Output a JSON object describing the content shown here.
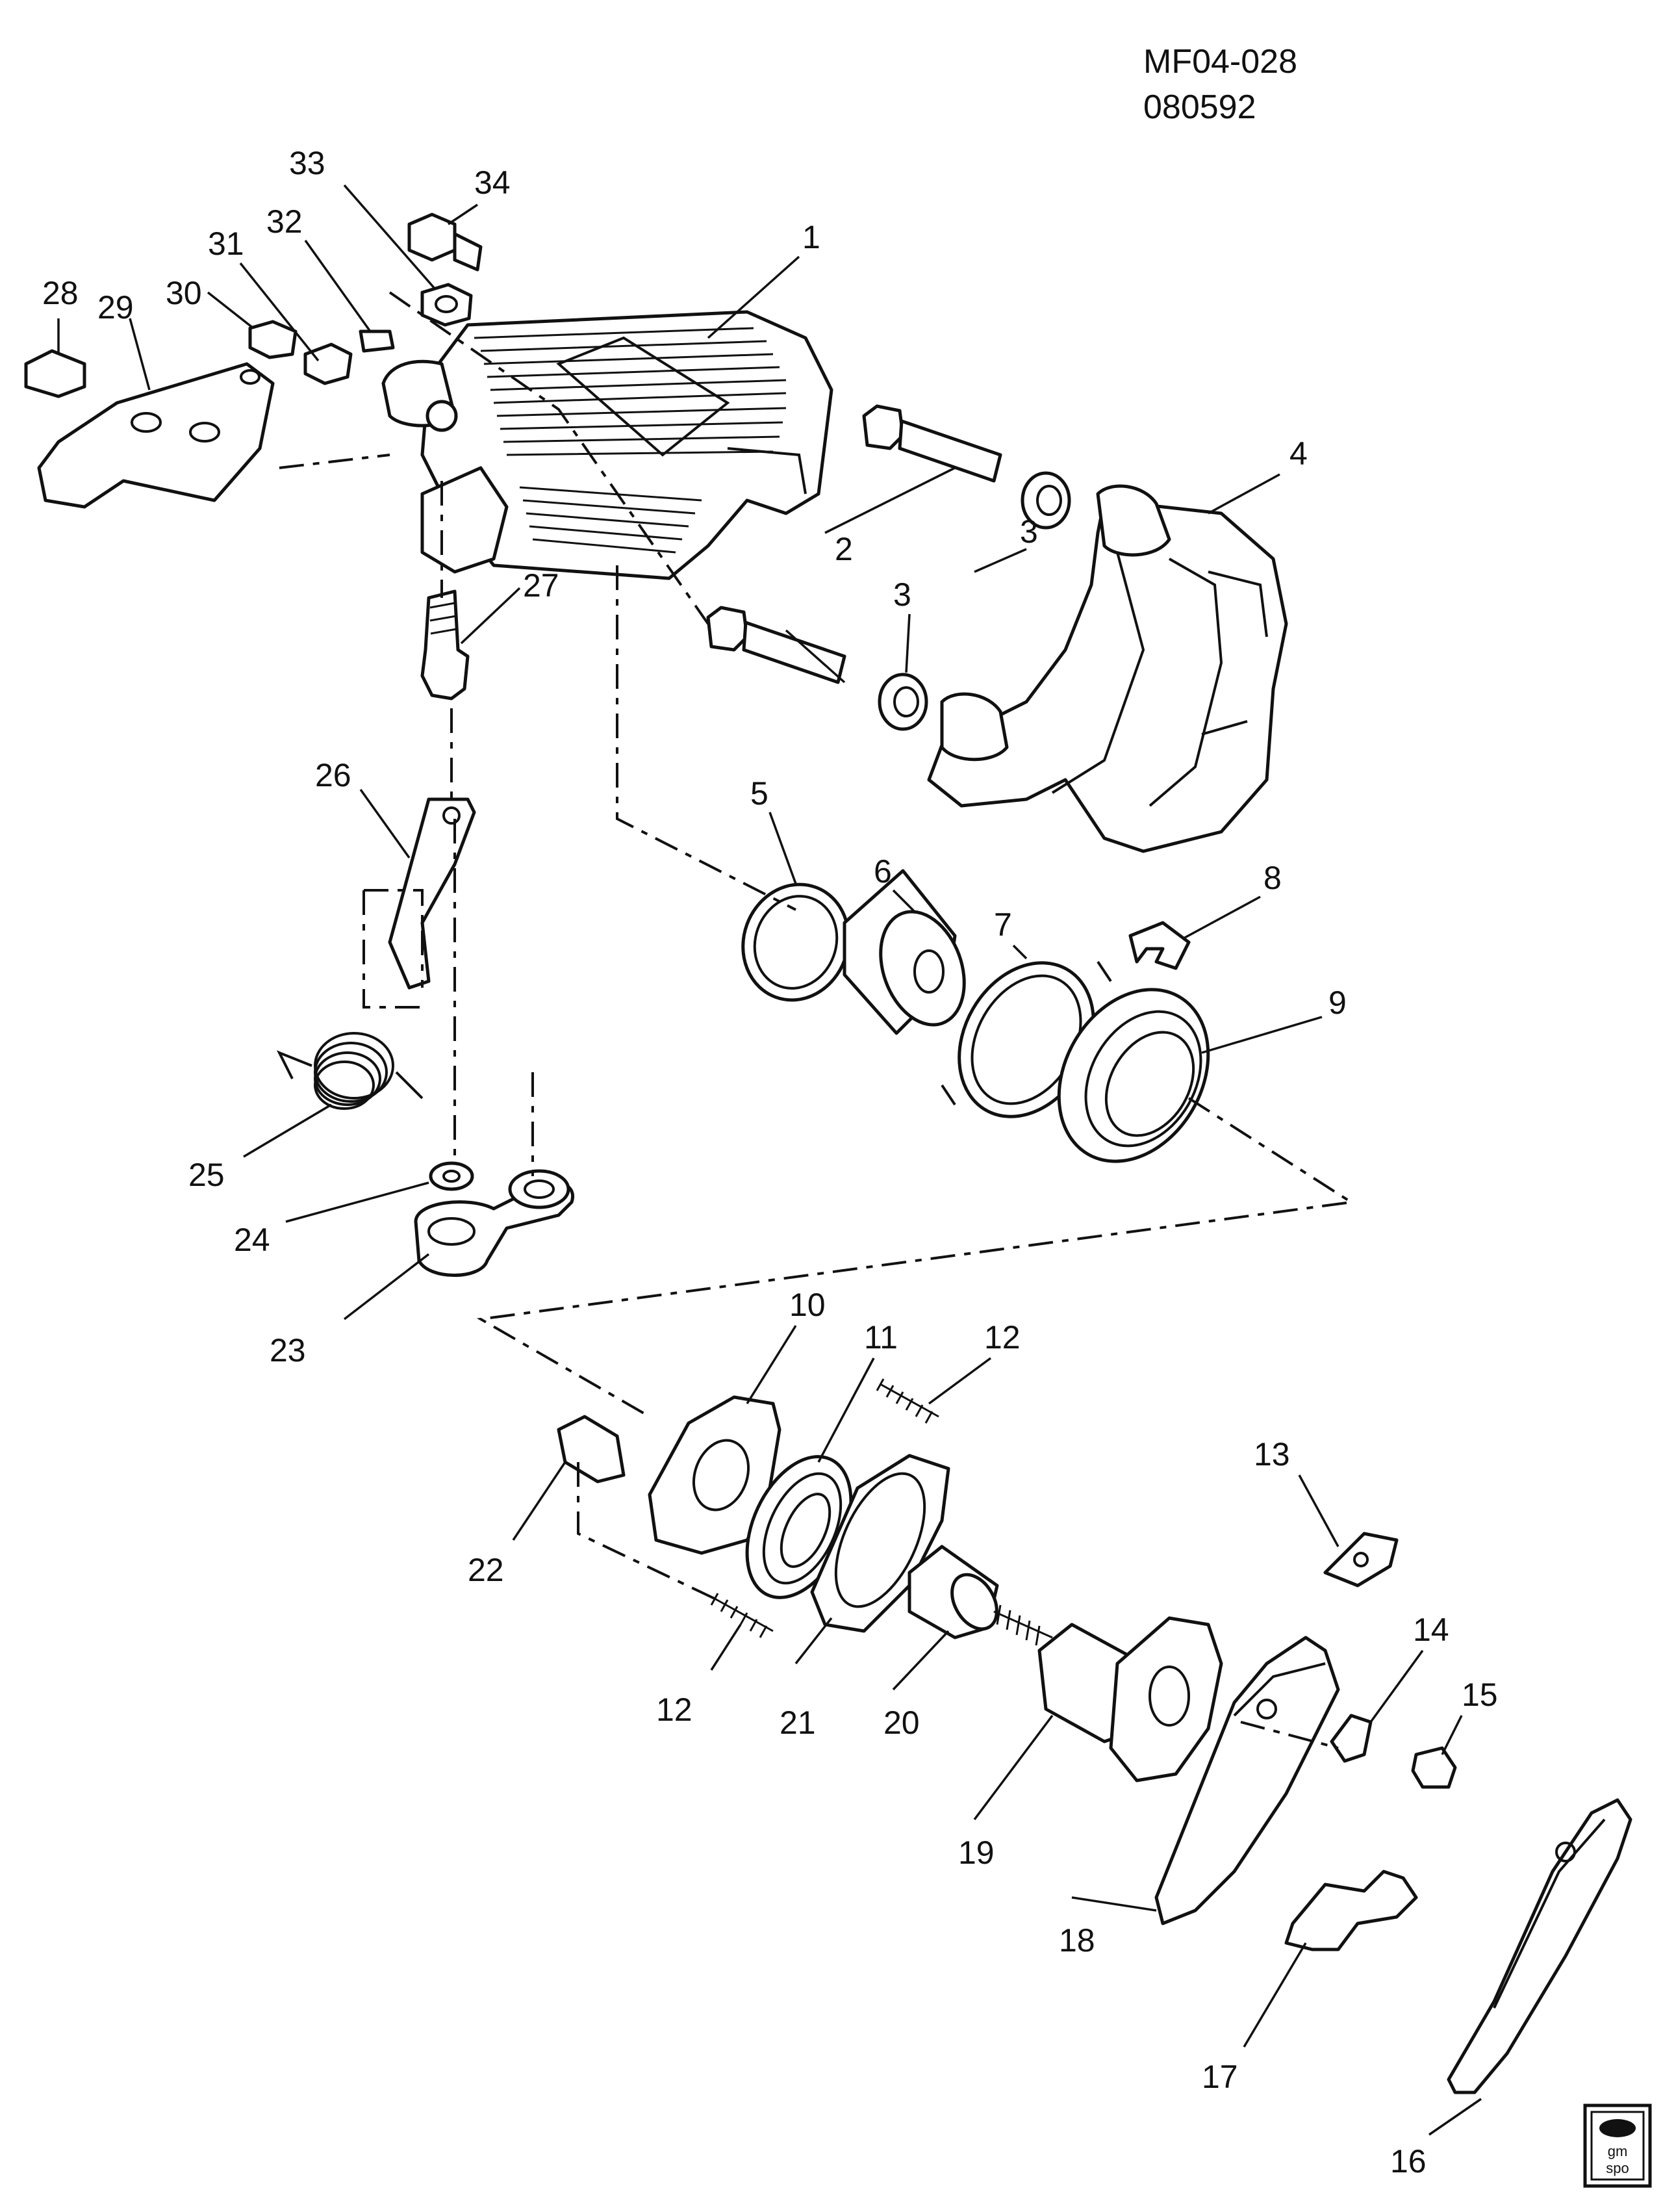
{
  "diagram_code": "MF04-028",
  "diagram_date": "080592",
  "logo_text": "gm spo",
  "callouts": [
    "1",
    "2",
    "3",
    "3",
    "4",
    "5",
    "6",
    "7",
    "8",
    "9",
    "10",
    "11",
    "12",
    "12",
    "13",
    "14",
    "15",
    "16",
    "17",
    "18",
    "19",
    "20",
    "21",
    "22",
    "23",
    "24",
    "25",
    "26",
    "27",
    "28",
    "29",
    "30",
    "31",
    "32",
    "33",
    "34"
  ]
}
